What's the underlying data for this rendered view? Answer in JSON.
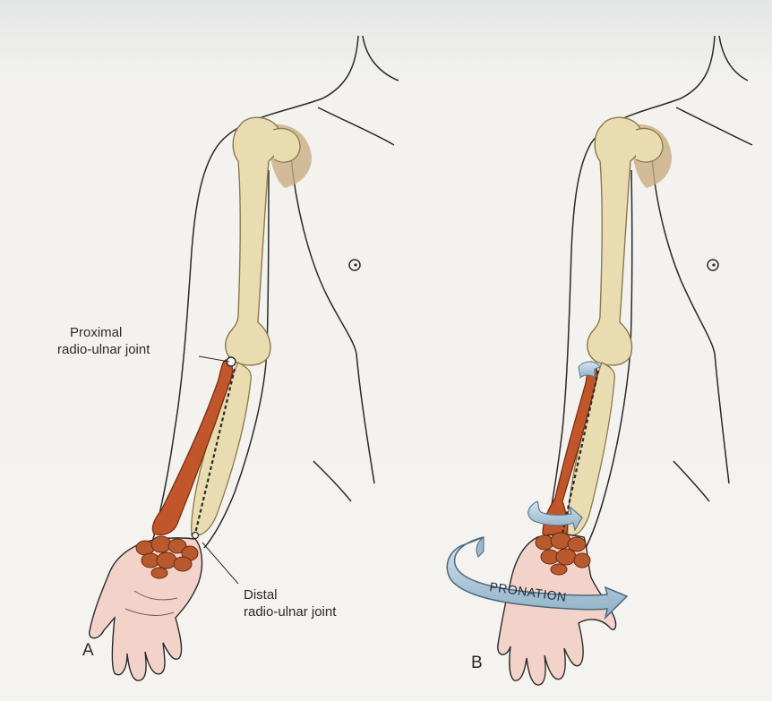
{
  "labels": {
    "proximal_line1": "Proximal",
    "proximal_line2": "radio-ulnar joint",
    "distal_line1": "Distal",
    "distal_line2": "radio-ulnar joint",
    "panel_a": "A",
    "panel_b": "B",
    "pronation": "PRONATION"
  },
  "colors": {
    "bone": "#e8dcb0",
    "bone_stroke": "#8a7a4a",
    "radius": "#c0562a",
    "skin": "#f3d3c9",
    "carpal": "#b85a2e",
    "arrow": "#b9cfe0",
    "outline": "#2a2a2a",
    "background": "#f3f2ee"
  }
}
